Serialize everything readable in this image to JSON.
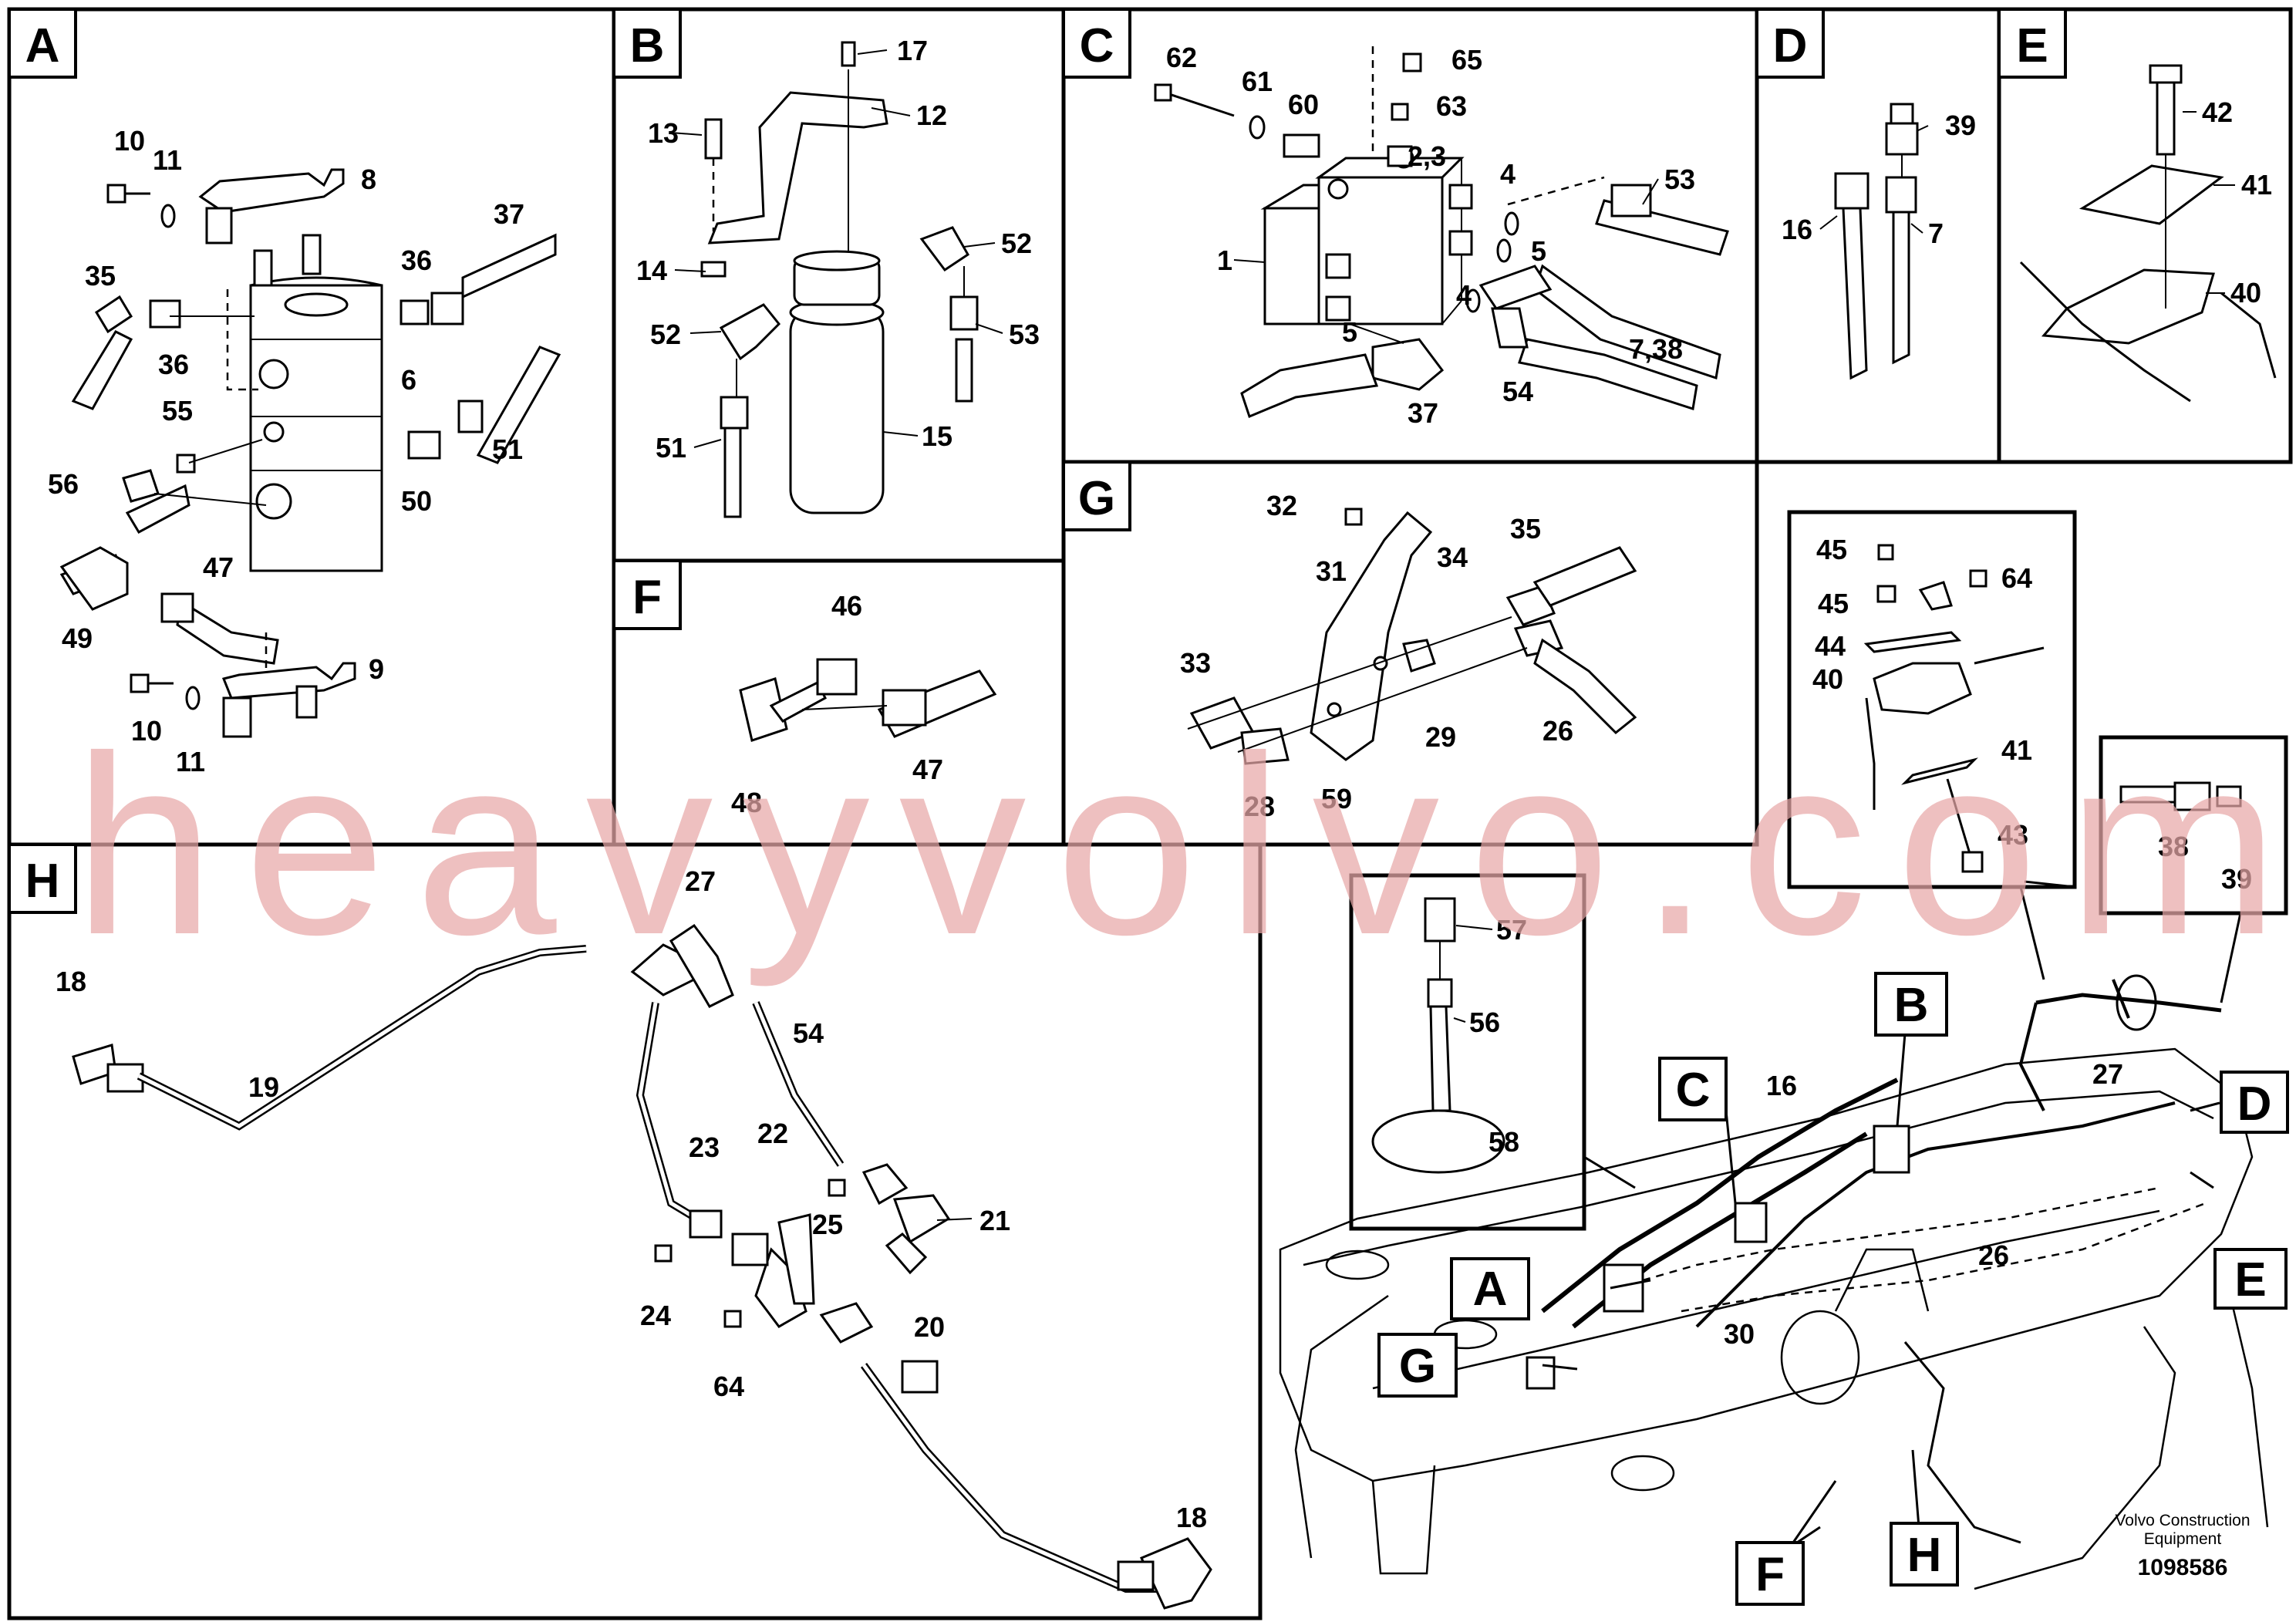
{
  "panels": {
    "A": {
      "tag": "A"
    },
    "B": {
      "tag": "B"
    },
    "C": {
      "tag": "C"
    },
    "D": {
      "tag": "D"
    },
    "E": {
      "tag": "E"
    },
    "F": {
      "tag": "F"
    },
    "G": {
      "tag": "G"
    },
    "H": {
      "tag": "H"
    }
  },
  "callouts_overview": {
    "A": "A",
    "B": "B",
    "C": "C",
    "D": "D",
    "E": "E",
    "F": "F",
    "G": "G",
    "H": "H"
  },
  "labels": {
    "A": [
      "10",
      "11",
      "8",
      "37",
      "35",
      "36",
      "36",
      "6",
      "55",
      "56",
      "50",
      "51",
      "49",
      "47",
      "9",
      "10",
      "11"
    ],
    "B": [
      "17",
      "13",
      "12",
      "52",
      "14",
      "52",
      "53",
      "51",
      "15"
    ],
    "C": [
      "62",
      "61",
      "60",
      "65",
      "63",
      "2,3",
      "53",
      "4",
      "5",
      "1",
      "4",
      "5",
      "7,38",
      "54",
      "37"
    ],
    "D": [
      "39",
      "16",
      "7"
    ],
    "E": [
      "42",
      "41",
      "40"
    ],
    "F": [
      "46",
      "48",
      "47"
    ],
    "G": [
      "32",
      "35",
      "31",
      "34",
      "33",
      "29",
      "26",
      "28",
      "59"
    ],
    "H": [
      "27",
      "18",
      "54",
      "19",
      "23",
      "22",
      "25",
      "21",
      "24",
      "20",
      "64",
      "18"
    ],
    "detail_clamp": [
      "45",
      "64",
      "45",
      "44",
      "40",
      "41",
      "43"
    ],
    "detail_fitting": [
      "38",
      "39"
    ],
    "detail_hose": [
      "57",
      "56",
      "58"
    ],
    "overview": [
      "16",
      "27",
      "26",
      "30"
    ]
  },
  "watermark": "heavyvolvo.com",
  "footer": {
    "brand_line1": "Volvo Construction",
    "brand_line2": "Equipment",
    "doc_number": "1098586"
  }
}
